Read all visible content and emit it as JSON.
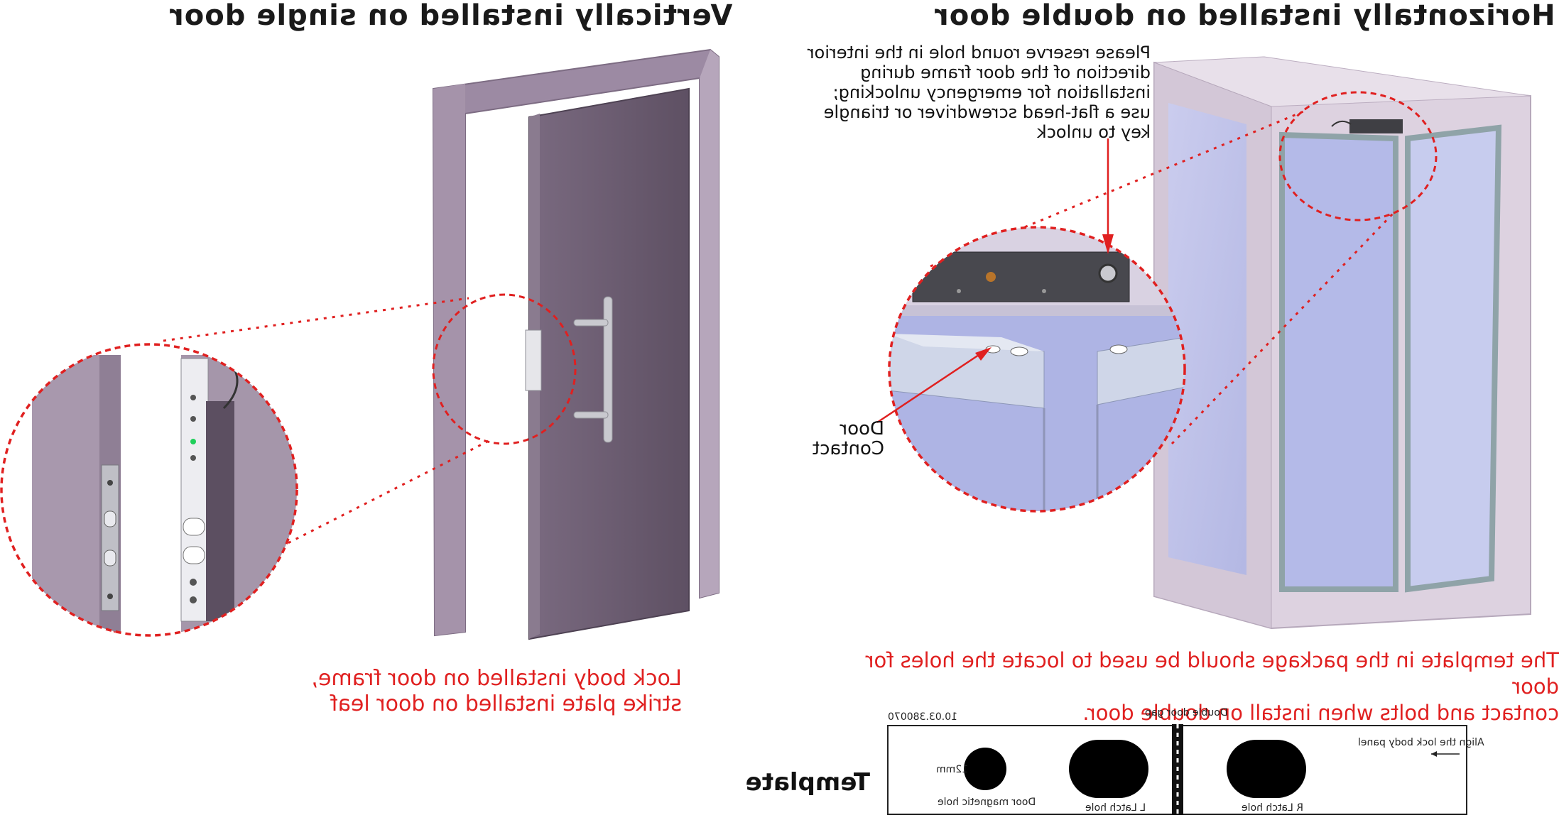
{
  "headings": {
    "left": "Vertically installed on single door",
    "right": "Horizontally installed on double door"
  },
  "notes": {
    "emergency": "Please reserve round hole in the interior\ndirection of the door frame during\ninstallation for emergency unlocking;\nuse a flat-head screwdriver or triangle\nkey to unlock",
    "door_contact": "Door Contact",
    "lock_body": "Lock body installed on door frame,\nstrike plate installed on door leaf",
    "template_instruction": "The template in the package should be used to locate the holes for door\ncontact and bolts when install on double door."
  },
  "template": {
    "label": "Template",
    "part_number": "10.03.380070",
    "double_door_gap": "Double door gap",
    "align_text": "Align the lock body panel",
    "magnetic_size": "12mm",
    "magnetic_hole": "Door magnetic hole",
    "l_latch_hole": "L Latch hole",
    "r_latch_hole": "R Latch hole"
  },
  "colors": {
    "door_frame": "#a08fa6",
    "door_leaf": "#6b5b6f",
    "highlight_dash": "#e02020",
    "glass": "#b7bde8",
    "cabinet": "#d9cfdc"
  }
}
